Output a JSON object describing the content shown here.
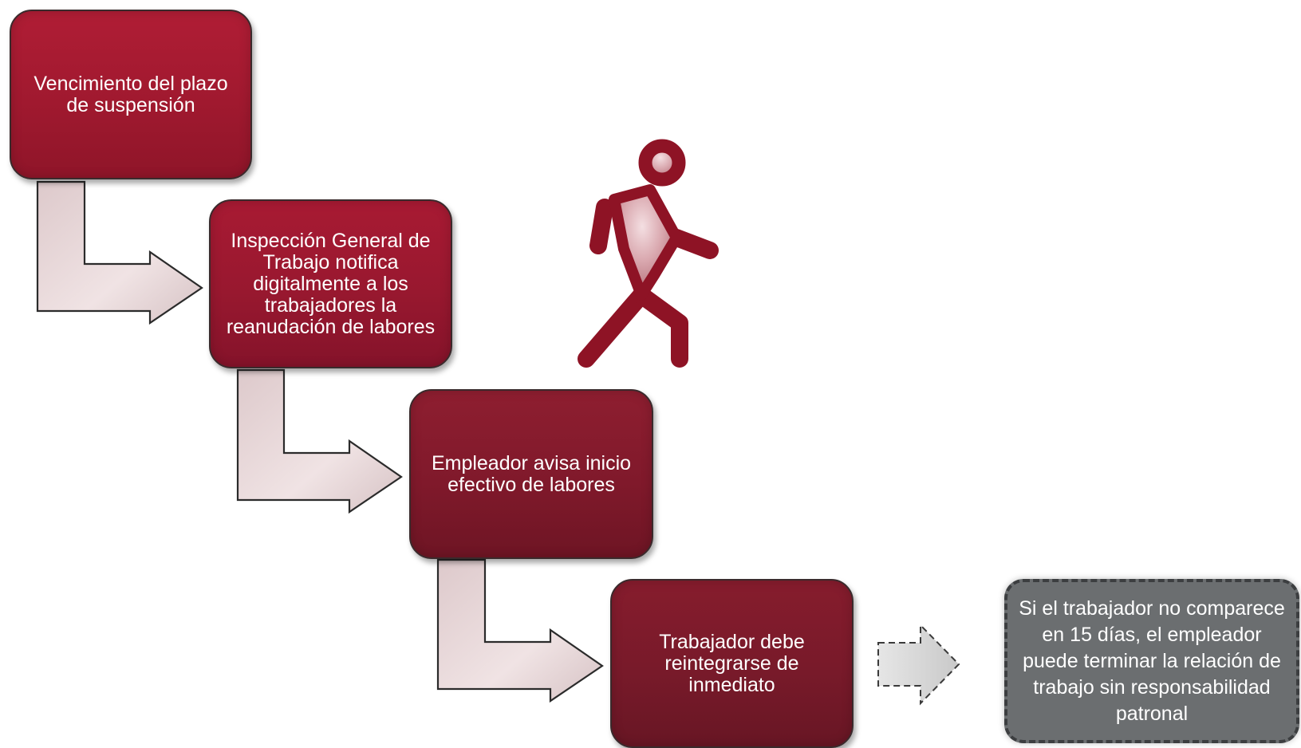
{
  "steps": [
    {
      "text": "Vencimiento del plazo de suspensión"
    },
    {
      "text": "Inspección General de Trabajo notifica digitalmente a los trabajadores la reanudación de labores"
    },
    {
      "text": "Empleador avisa inicio efectivo de labores"
    },
    {
      "text": "Trabajador debe reintegrarse de inmediato"
    }
  ],
  "note": {
    "text": "Si el trabajador no comparece en 15 días, el empleador puede terminar la relación de trabajo sin responsabilidad patronal"
  },
  "icons": {
    "figure": "walking-person-icon"
  },
  "colors": {
    "step1": "#a81b31",
    "step2": "#98182f",
    "step3": "#80192b",
    "step4": "#781a2a",
    "arrow_fill": "#e8d8da",
    "note_fill": "#6b6e70",
    "figure": "#8e1325"
  }
}
